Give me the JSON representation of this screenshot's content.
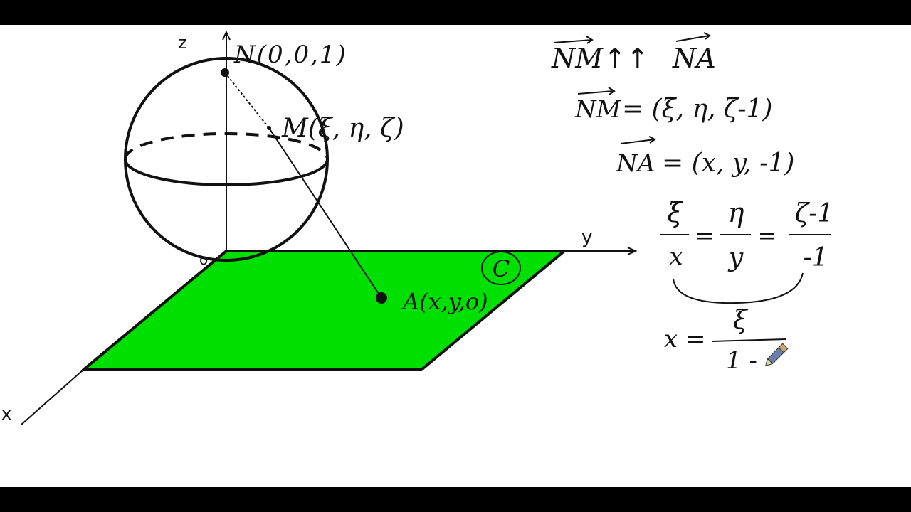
{
  "colors": {
    "letterbox": "#000000",
    "board": "#ffffff",
    "ink": "#111111",
    "plane_fill": "#00e000"
  },
  "diagram": {
    "axes": {
      "z_label": "z",
      "y_label": "y",
      "x_label": "x",
      "origin_label": "o"
    },
    "points": {
      "north_pole": "N(0,0,1)",
      "sphere_point": "M(ξ, η, ζ)",
      "plane_point": "A(x,y,o)"
    },
    "plane_label": "C"
  },
  "equations": {
    "vector_nm": "NM",
    "vector_na": "NA",
    "codirectional_symbol": "↑↑",
    "nm_components": "= (ξ, η, ζ-1)",
    "na_components": "= (x, y, -1)",
    "ratio": {
      "frac1_num": "ξ",
      "frac1_den": "x",
      "frac2_num": "η",
      "frac2_den": "y",
      "frac3_num": "ζ-1",
      "frac3_den": "-1",
      "equals": "="
    },
    "result": {
      "lhs": "x =",
      "numerator": "ξ",
      "denominator": "1 -"
    }
  },
  "cursor_icon": "pen-cursor-icon"
}
